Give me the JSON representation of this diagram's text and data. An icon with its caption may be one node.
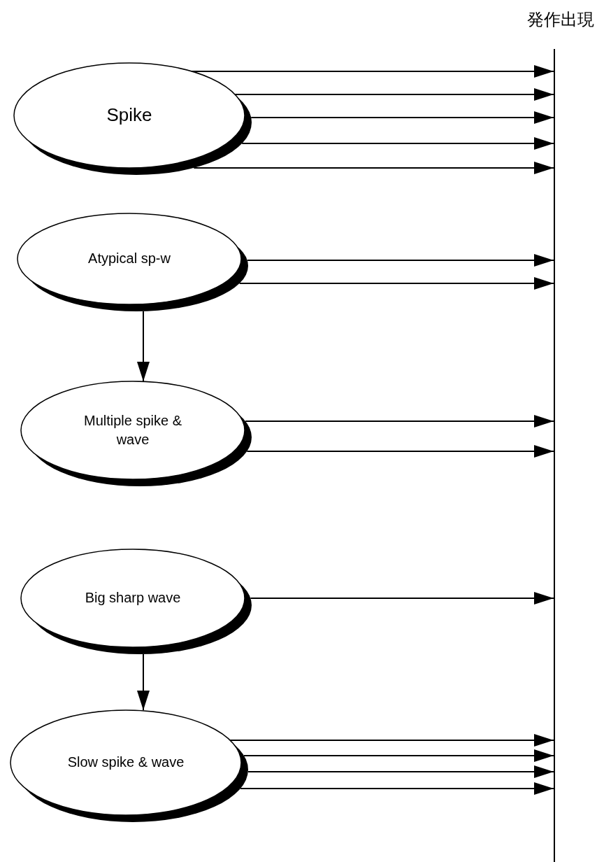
{
  "diagram": {
    "nodes": [
      {
        "text": [
          "Spike"
        ]
      },
      {
        "text": [
          "Atypical sp-w"
        ]
      },
      {
        "text": [
          "Multiple spike & wave"
        ]
      },
      {
        "text": [
          "Big sharp wave"
        ]
      },
      {
        "text": [
          "Slow spike & wave"
        ]
      },
      {
        "text": [],
        "shape": "bar",
        "beside": [
          "発作出現"
        ]
      }
    ],
    "edges": [
      {
        "from": 0,
        "to": 5,
        "arrow": "to"
      },
      {
        "from": 0,
        "to": 5,
        "arrow": "to"
      },
      {
        "from": 0,
        "to": 5,
        "arrow": "to"
      },
      {
        "from": 0,
        "to": 5,
        "arrow": "to"
      },
      {
        "from": 0,
        "to": 5,
        "arrow": "to"
      },
      {
        "from": 1,
        "to": 5,
        "arrow": "to"
      },
      {
        "from": 1,
        "to": 5,
        "arrow": "to"
      },
      {
        "from": 1,
        "to": 2,
        "arrow": "to"
      },
      {
        "from": 2,
        "to": 5,
        "arrow": "to"
      },
      {
        "from": 2,
        "to": 5,
        "arrow": "to"
      },
      {
        "from": 3,
        "to": 5,
        "arrow": "to"
      },
      {
        "from": 3,
        "to": 4,
        "arrow": "to"
      },
      {
        "from": 4,
        "to": 5,
        "arrow": "to"
      },
      {
        "from": 4,
        "to": 5,
        "arrow": "to"
      },
      {
        "from": 4,
        "to": 5,
        "arrow": "to"
      },
      {
        "from": 4,
        "to": 5,
        "arrow": "to"
      }
    ]
  }
}
